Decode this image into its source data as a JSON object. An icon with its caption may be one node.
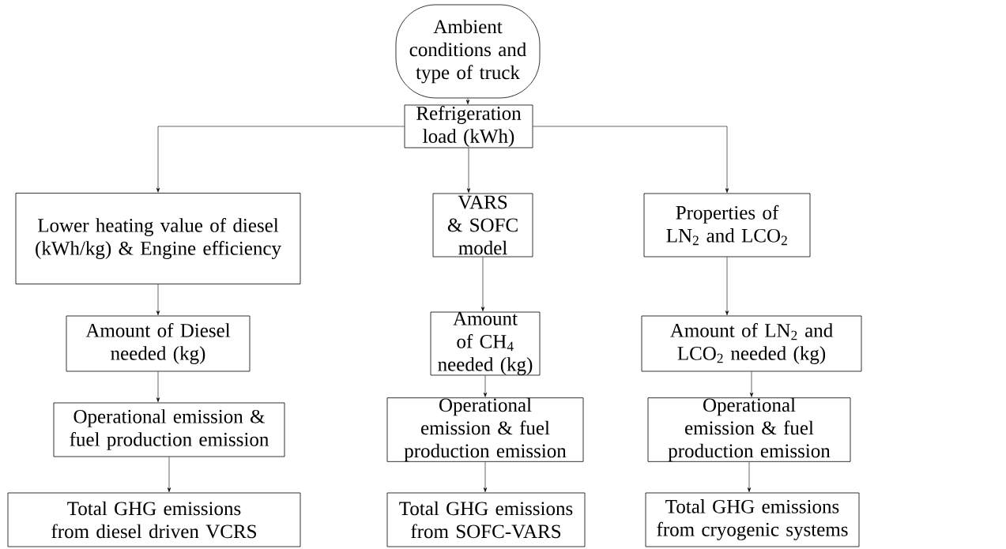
{
  "diagram": {
    "nodes": [
      {
        "text": [
          "Ambient conditions and type of truck"
        ]
      },
      {
        "text": [
          "Refrigeration load (kWh)"
        ]
      },
      {
        "text": [
          "Lower heating value of diesel (kWh/kg) & Engine efficiency"
        ]
      },
      {
        "text": [
          "VARS & SOFC model"
        ]
      },
      {
        "text": [
          "Properties of LN$_{2}$ and LCO$_{2}$"
        ]
      },
      {
        "text": [
          "Amount of Diesel needed (kg)"
        ]
      },
      {
        "text": [
          "Amount of CH$_{4}$ needed (kg)"
        ]
      },
      {
        "text": [
          "Amount of LN$_{2}$ and LCO$_{2}$ needed (kg)"
        ]
      },
      {
        "text": [
          "Operational emission & fuel production emission"
        ]
      },
      {
        "text": [
          "Operational emission & fuel production emission"
        ]
      },
      {
        "text": [
          "Operational emission & fuel production emission"
        ]
      },
      {
        "text": [
          "Total GHG emissions from diesel driven VCRS"
        ]
      },
      {
        "text": [
          "Total GHG emissions from SOFC-VARS"
        ]
      },
      {
        "text": [
          "Total GHG emissions from cryogenic systems"
        ]
      }
    ],
    "edges": [
      {
        "from": 0,
        "to": 1,
        "arrow": "to"
      },
      {
        "from": 1,
        "to": 2,
        "arrow": "to"
      },
      {
        "from": 1,
        "to": 3,
        "arrow": "to"
      },
      {
        "from": 1,
        "to": 4,
        "arrow": "to"
      },
      {
        "from": 2,
        "to": 5,
        "arrow": "to"
      },
      {
        "from": 5,
        "to": 8,
        "arrow": "to"
      },
      {
        "from": 8,
        "to": 11,
        "arrow": "to"
      },
      {
        "from": 3,
        "to": 6,
        "arrow": "to"
      },
      {
        "from": 6,
        "to": 9,
        "arrow": "to"
      },
      {
        "from": 9,
        "to": 12,
        "arrow": "to"
      },
      {
        "from": 4,
        "to": 7,
        "arrow": "to"
      },
      {
        "from": 7,
        "to": 10,
        "arrow": "to"
      },
      {
        "from": 10,
        "to": 13,
        "arrow": "to"
      }
    ]
  }
}
